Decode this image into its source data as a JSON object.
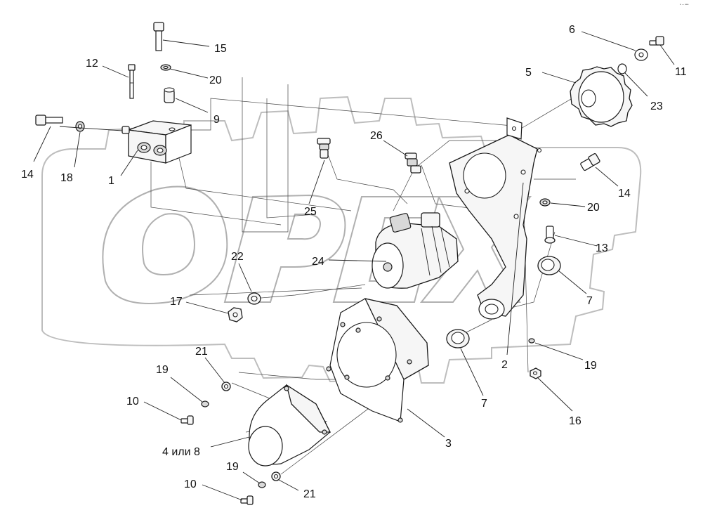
{
  "diagram": {
    "watermark_text": "ОРЕХ",
    "corner_mark": "• – •••",
    "callouts": [
      {
        "id": "c1",
        "text": "1"
      },
      {
        "id": "c2",
        "text": "2"
      },
      {
        "id": "c3",
        "text": "3"
      },
      {
        "id": "c4",
        "text": "4 или 8"
      },
      {
        "id": "c5",
        "text": "5"
      },
      {
        "id": "c6",
        "text": "6"
      },
      {
        "id": "c7a",
        "text": "7"
      },
      {
        "id": "c7b",
        "text": "7"
      },
      {
        "id": "c9",
        "text": "9"
      },
      {
        "id": "c10a",
        "text": "10"
      },
      {
        "id": "c10b",
        "text": "10"
      },
      {
        "id": "c11",
        "text": "11"
      },
      {
        "id": "c12",
        "text": "12"
      },
      {
        "id": "c13",
        "text": "13"
      },
      {
        "id": "c14a",
        "text": "14"
      },
      {
        "id": "c14b",
        "text": "14"
      },
      {
        "id": "c15",
        "text": "15"
      },
      {
        "id": "c16",
        "text": "16"
      },
      {
        "id": "c17",
        "text": "17"
      },
      {
        "id": "c18",
        "text": "18"
      },
      {
        "id": "c19a",
        "text": "19"
      },
      {
        "id": "c19b",
        "text": "19"
      },
      {
        "id": "c19c",
        "text": "19"
      },
      {
        "id": "c20a",
        "text": "20"
      },
      {
        "id": "c20b",
        "text": "20"
      },
      {
        "id": "c21a",
        "text": "21"
      },
      {
        "id": "c21b",
        "text": "21"
      },
      {
        "id": "c22",
        "text": "22"
      },
      {
        "id": "c23",
        "text": "23"
      },
      {
        "id": "c24",
        "text": "24"
      },
      {
        "id": "c25",
        "text": "25"
      },
      {
        "id": "c26",
        "text": "26"
      }
    ]
  }
}
